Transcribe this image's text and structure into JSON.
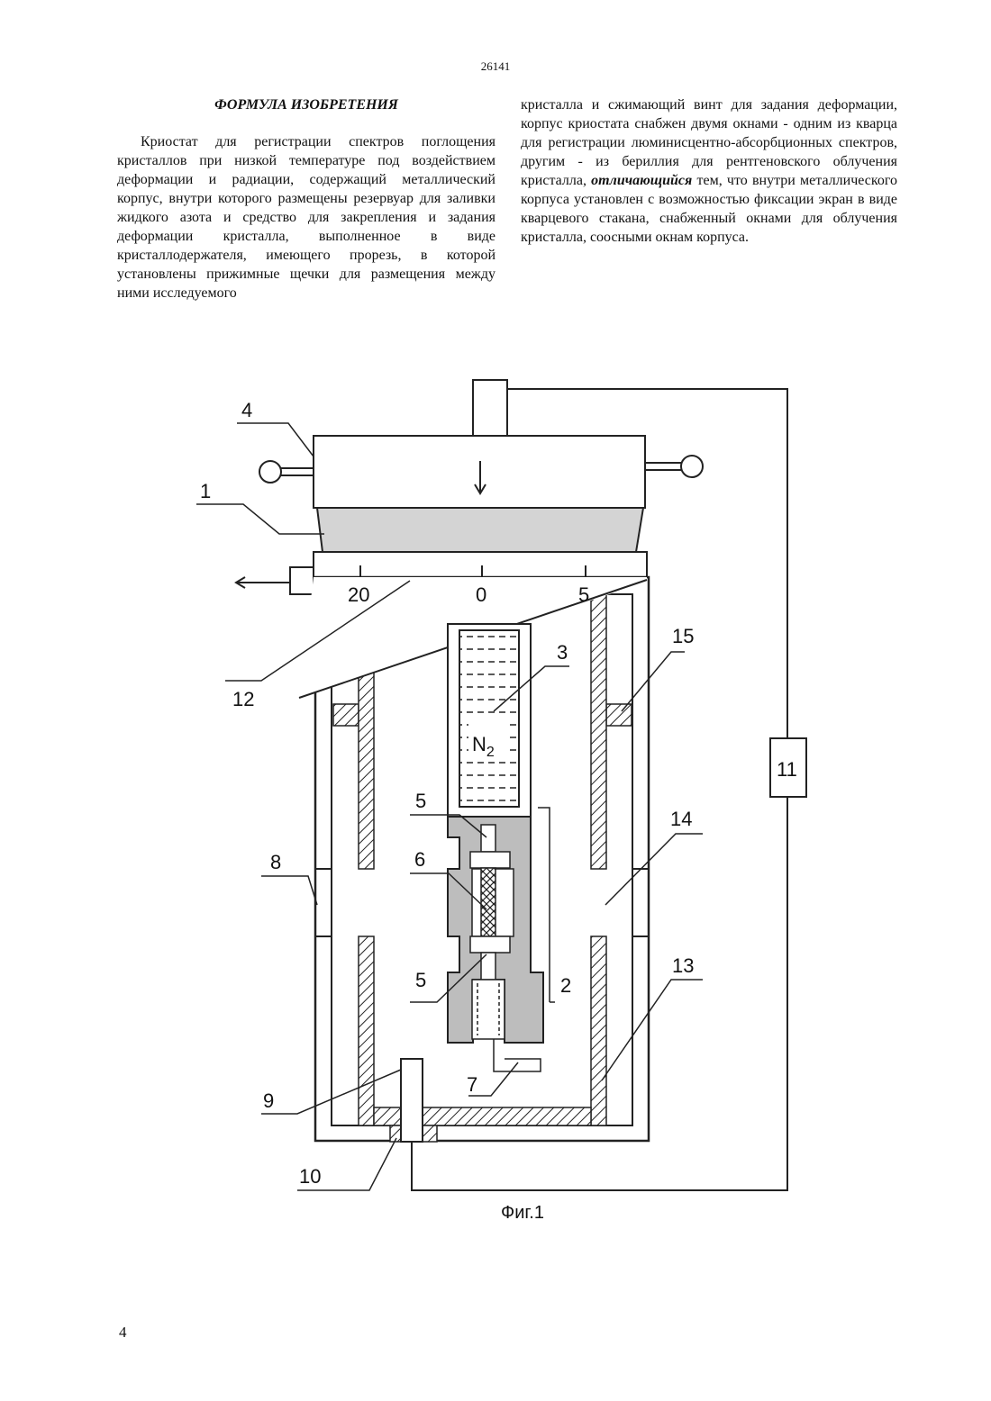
{
  "document": {
    "doc_number": "26141",
    "page_number": "4",
    "heading": "ФОРМУЛА ИЗОБРЕТЕНИЯ",
    "left_text": "Криостат для регистрации спектров поглощения кристаллов при низкой температуре под воздействием деформации и радиации, содержащий металлический корпус, внутри которого размещены резервуар для заливки жидкого азота и средство для закрепления и задания деформации кристалла, выполненное в виде кристаллодержателя, имеющего прорезь, в которой установлены прижимные щечки для размещения между ними исследуемого",
    "right_text_before": "кристалла и сжимающий винт для задания деформации, корпус криостата снабжен двумя окнами - одним из кварца для регистрации люминисцентно-абсорбционных спектров, другим - из бериллия для рентгеновского облучения кристалла,",
    "right_text_emph": "отличающийся",
    "right_text_after": " тем, что внутри металлического корпуса установлен с возможностью фиксации экран в виде кварцевого стакана, снабженный окнами для облучения кристалла, соосными окнам корпуса."
  },
  "figure": {
    "caption": "Фиг.1",
    "scale": {
      "tick_left": "20",
      "tick_mid": "0",
      "tick_right": "5"
    },
    "reservoir_label": "N2",
    "labels": {
      "l1": "1",
      "l2": "2",
      "l3": "3",
      "l4": "4",
      "l5a": "5",
      "l5b": "5",
      "l6": "6",
      "l7": "7",
      "l8": "8",
      "l9": "9",
      "l10": "10",
      "l11": "11",
      "l12": "12",
      "l13": "13",
      "l14": "14",
      "l15": "15"
    }
  }
}
